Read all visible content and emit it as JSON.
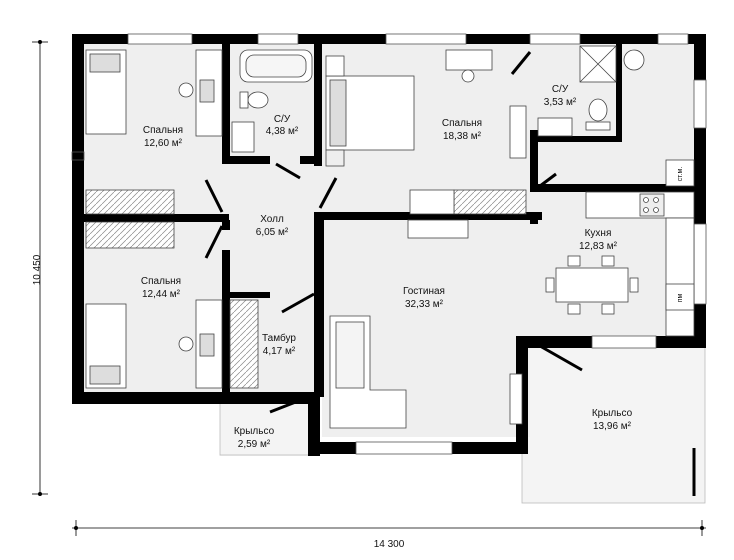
{
  "dimensions": {
    "width_label": "14 300",
    "height_label": "10 450"
  },
  "rooms": {
    "bedroom1": {
      "name": "Спальня",
      "area": "12,60 м²"
    },
    "bath1": {
      "name": "С/У",
      "area": "4,38 м²"
    },
    "bedroom2": {
      "name": "Спальня",
      "area": "18,38 м²"
    },
    "bath2": {
      "name": "С/У",
      "area": "3,53 м²"
    },
    "hall": {
      "name": "Холл",
      "area": "6,05 м²"
    },
    "kitchen": {
      "name": "Кухня",
      "area": "12,83 м²"
    },
    "bedroom3": {
      "name": "Спальня",
      "area": "12,44 м²"
    },
    "living": {
      "name": "Гостиная",
      "area": "32,33 м²"
    },
    "vestibule": {
      "name": "Тамбур",
      "area": "4,17 м²"
    },
    "porch_small": {
      "name": "Крыльсо",
      "area": "2,59 м²"
    },
    "porch_large": {
      "name": "Крыльсо",
      "area": "13,96 м²"
    }
  },
  "appliance_labels": {
    "washer": "ст.м.",
    "dishwasher": "пм"
  },
  "colors": {
    "wall": "#000000",
    "floor": "#efefef",
    "porch": "#f4f4f4",
    "white": "#ffffff"
  }
}
